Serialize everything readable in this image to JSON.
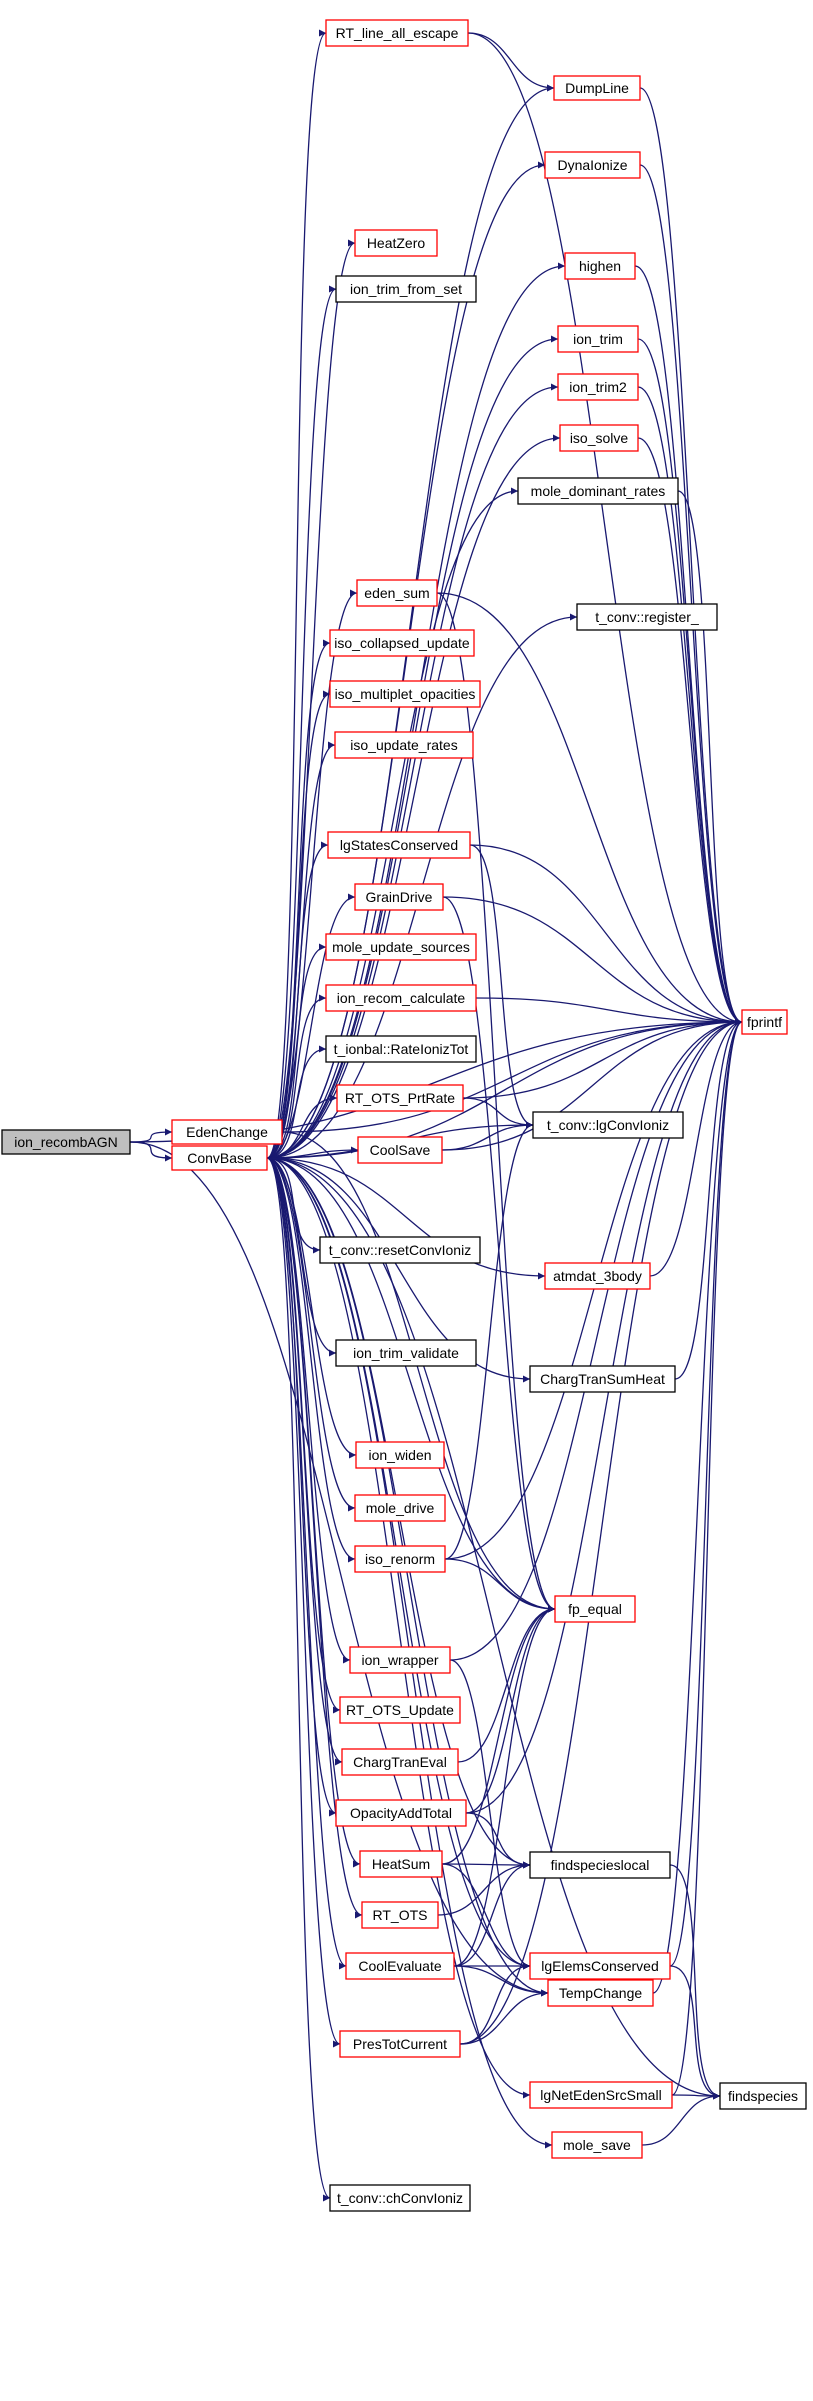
{
  "colors": {
    "edge": "#191970",
    "node_fill": "#ffffff",
    "border_documented": "#ff0000",
    "border_plain": "#000000",
    "root_fill": "#bfbfbf"
  },
  "nodes": [
    {
      "id": "ion_recombAGN",
      "label": "ion_recombAGN",
      "style": "root"
    },
    {
      "id": "EdenChange",
      "label": "EdenChange",
      "style": "red"
    },
    {
      "id": "ConvBase",
      "label": "ConvBase",
      "style": "red"
    },
    {
      "id": "RT_line_all_escape",
      "label": "RT_line_all_escape",
      "style": "red"
    },
    {
      "id": "DumpLine",
      "label": "DumpLine",
      "style": "red"
    },
    {
      "id": "DynaIonize",
      "label": "DynaIonize",
      "style": "red"
    },
    {
      "id": "HeatZero",
      "label": "HeatZero",
      "style": "red"
    },
    {
      "id": "highen",
      "label": "highen",
      "style": "red"
    },
    {
      "id": "ion_trim_from_set",
      "label": "ion_trim_from_set",
      "style": "black"
    },
    {
      "id": "ion_trim",
      "label": "ion_trim",
      "style": "red"
    },
    {
      "id": "ion_trim2",
      "label": "ion_trim2",
      "style": "red"
    },
    {
      "id": "iso_solve",
      "label": "iso_solve",
      "style": "red"
    },
    {
      "id": "mole_dominant_rates",
      "label": "mole_dominant_rates",
      "style": "black"
    },
    {
      "id": "eden_sum",
      "label": "eden_sum",
      "style": "red"
    },
    {
      "id": "t_conv_register",
      "label": "t_conv::register_",
      "style": "black"
    },
    {
      "id": "iso_collapsed_update",
      "label": "iso_collapsed_update",
      "style": "red"
    },
    {
      "id": "iso_multiplet_opacities",
      "label": "iso_multiplet_opacities",
      "style": "red"
    },
    {
      "id": "iso_update_rates",
      "label": "iso_update_rates",
      "style": "red"
    },
    {
      "id": "lgStatesConserved",
      "label": "lgStatesConserved",
      "style": "red"
    },
    {
      "id": "GrainDrive",
      "label": "GrainDrive",
      "style": "red"
    },
    {
      "id": "mole_update_sources",
      "label": "mole_update_sources",
      "style": "red"
    },
    {
      "id": "ion_recom_calculate",
      "label": "ion_recom_calculate",
      "style": "red"
    },
    {
      "id": "fprintf",
      "label": "fprintf",
      "style": "red"
    },
    {
      "id": "t_ionbal_RateIonizTot",
      "label": "t_ionbal::RateIonizTot",
      "style": "black"
    },
    {
      "id": "RT_OTS_PrtRate",
      "label": "RT_OTS_PrtRate",
      "style": "red"
    },
    {
      "id": "t_conv_lgConvIoniz",
      "label": "t_conv::lgConvIoniz",
      "style": "black"
    },
    {
      "id": "CoolSave",
      "label": "CoolSave",
      "style": "red"
    },
    {
      "id": "t_conv_resetConvIoniz",
      "label": "t_conv::resetConvIoniz",
      "style": "black"
    },
    {
      "id": "atmdat_3body",
      "label": "atmdat_3body",
      "style": "red"
    },
    {
      "id": "ion_trim_validate",
      "label": "ion_trim_validate",
      "style": "black"
    },
    {
      "id": "ChargTranSumHeat",
      "label": "ChargTranSumHeat",
      "style": "black"
    },
    {
      "id": "ion_widen",
      "label": "ion_widen",
      "style": "red"
    },
    {
      "id": "mole_drive",
      "label": "mole_drive",
      "style": "red"
    },
    {
      "id": "iso_renorm",
      "label": "iso_renorm",
      "style": "red"
    },
    {
      "id": "fp_equal",
      "label": "fp_equal",
      "style": "red"
    },
    {
      "id": "ion_wrapper",
      "label": "ion_wrapper",
      "style": "red"
    },
    {
      "id": "RT_OTS_Update",
      "label": "RT_OTS_Update",
      "style": "red"
    },
    {
      "id": "ChargTranEval",
      "label": "ChargTranEval",
      "style": "red"
    },
    {
      "id": "OpacityAddTotal",
      "label": "OpacityAddTotal",
      "style": "red"
    },
    {
      "id": "HeatSum",
      "label": "HeatSum",
      "style": "red"
    },
    {
      "id": "findspecieslocal",
      "label": "findspecieslocal",
      "style": "black"
    },
    {
      "id": "RT_OTS",
      "label": "RT_OTS",
      "style": "red"
    },
    {
      "id": "CoolEvaluate",
      "label": "CoolEvaluate",
      "style": "red"
    },
    {
      "id": "lgElemsConserved",
      "label": "lgElemsConserved",
      "style": "red"
    },
    {
      "id": "TempChange",
      "label": "TempChange",
      "style": "red"
    },
    {
      "id": "PresTotCurrent",
      "label": "PresTotCurrent",
      "style": "red"
    },
    {
      "id": "lgNetEdenSrcSmall",
      "label": "lgNetEdenSrcSmall",
      "style": "red"
    },
    {
      "id": "findspecies",
      "label": "findspecies",
      "style": "black"
    },
    {
      "id": "mole_save",
      "label": "mole_save",
      "style": "red"
    },
    {
      "id": "t_conv_chConvIoniz",
      "label": "t_conv::chConvIoniz",
      "style": "black"
    }
  ],
  "edges": [
    [
      "ion_recombAGN",
      "EdenChange"
    ],
    [
      "ion_recombAGN",
      "ConvBase"
    ],
    [
      "ion_recombAGN",
      "fprintf"
    ],
    [
      "ion_recombAGN",
      "TempChange"
    ],
    [
      "EdenChange",
      "fprintf"
    ],
    [
      "EdenChange",
      "fp_equal"
    ],
    [
      "ConvBase",
      "RT_line_all_escape"
    ],
    [
      "ConvBase",
      "DumpLine"
    ],
    [
      "ConvBase",
      "DynaIonize"
    ],
    [
      "ConvBase",
      "HeatZero"
    ],
    [
      "ConvBase",
      "highen"
    ],
    [
      "ConvBase",
      "ion_trim_from_set"
    ],
    [
      "ConvBase",
      "ion_trim"
    ],
    [
      "ConvBase",
      "ion_trim2"
    ],
    [
      "ConvBase",
      "iso_solve"
    ],
    [
      "ConvBase",
      "mole_dominant_rates"
    ],
    [
      "ConvBase",
      "eden_sum"
    ],
    [
      "ConvBase",
      "t_conv_register"
    ],
    [
      "ConvBase",
      "iso_collapsed_update"
    ],
    [
      "ConvBase",
      "iso_multiplet_opacities"
    ],
    [
      "ConvBase",
      "iso_update_rates"
    ],
    [
      "ConvBase",
      "lgStatesConserved"
    ],
    [
      "ConvBase",
      "GrainDrive"
    ],
    [
      "ConvBase",
      "mole_update_sources"
    ],
    [
      "ConvBase",
      "ion_recom_calculate"
    ],
    [
      "ConvBase",
      "fprintf"
    ],
    [
      "ConvBase",
      "t_ionbal_RateIonizTot"
    ],
    [
      "ConvBase",
      "RT_OTS_PrtRate"
    ],
    [
      "ConvBase",
      "t_conv_lgConvIoniz"
    ],
    [
      "ConvBase",
      "CoolSave"
    ],
    [
      "ConvBase",
      "t_conv_resetConvIoniz"
    ],
    [
      "ConvBase",
      "atmdat_3body"
    ],
    [
      "ConvBase",
      "ion_trim_validate"
    ],
    [
      "ConvBase",
      "ChargTranSumHeat"
    ],
    [
      "ConvBase",
      "ion_widen"
    ],
    [
      "ConvBase",
      "mole_drive"
    ],
    [
      "ConvBase",
      "iso_renorm"
    ],
    [
      "ConvBase",
      "fp_equal"
    ],
    [
      "ConvBase",
      "ion_wrapper"
    ],
    [
      "ConvBase",
      "RT_OTS_Update"
    ],
    [
      "ConvBase",
      "ChargTranEval"
    ],
    [
      "ConvBase",
      "OpacityAddTotal"
    ],
    [
      "ConvBase",
      "HeatSum"
    ],
    [
      "ConvBase",
      "findspecieslocal"
    ],
    [
      "ConvBase",
      "RT_OTS"
    ],
    [
      "ConvBase",
      "CoolEvaluate"
    ],
    [
      "ConvBase",
      "lgElemsConserved"
    ],
    [
      "ConvBase",
      "TempChange"
    ],
    [
      "ConvBase",
      "PresTotCurrent"
    ],
    [
      "ConvBase",
      "lgNetEdenSrcSmall"
    ],
    [
      "ConvBase",
      "mole_save"
    ],
    [
      "ConvBase",
      "findspecies"
    ],
    [
      "ConvBase",
      "t_conv_chConvIoniz"
    ],
    [
      "RT_line_all_escape",
      "DumpLine"
    ],
    [
      "RT_line_all_escape",
      "fprintf"
    ],
    [
      "DumpLine",
      "fprintf"
    ],
    [
      "DynaIonize",
      "fprintf"
    ],
    [
      "highen",
      "fprintf"
    ],
    [
      "ion_trim",
      "fprintf"
    ],
    [
      "ion_trim2",
      "fprintf"
    ],
    [
      "iso_solve",
      "fprintf"
    ],
    [
      "mole_dominant_rates",
      "fprintf"
    ],
    [
      "eden_sum",
      "fprintf"
    ],
    [
      "eden_sum",
      "fp_equal"
    ],
    [
      "lgStatesConserved",
      "fprintf"
    ],
    [
      "lgStatesConserved",
      "t_conv_lgConvIoniz"
    ],
    [
      "GrainDrive",
      "fprintf"
    ],
    [
      "GrainDrive",
      "fp_equal"
    ],
    [
      "ion_recom_calculate",
      "fprintf"
    ],
    [
      "RT_OTS_PrtRate",
      "fprintf"
    ],
    [
      "RT_OTS_PrtRate",
      "t_conv_lgConvIoniz"
    ],
    [
      "CoolSave",
      "fprintf"
    ],
    [
      "CoolSave",
      "t_conv_lgConvIoniz"
    ],
    [
      "atmdat_3body",
      "fprintf"
    ],
    [
      "ChargTranSumHeat",
      "fprintf"
    ],
    [
      "iso_renorm",
      "fprintf"
    ],
    [
      "iso_renorm",
      "t_conv_lgConvIoniz"
    ],
    [
      "iso_renorm",
      "fp_equal"
    ],
    [
      "ion_wrapper",
      "fprintf"
    ],
    [
      "ion_wrapper",
      "lgElemsConserved"
    ],
    [
      "ChargTranEval",
      "fp_equal"
    ],
    [
      "OpacityAddTotal",
      "fprintf"
    ],
    [
      "OpacityAddTotal",
      "fp_equal"
    ],
    [
      "OpacityAddTotal",
      "findspecieslocal"
    ],
    [
      "HeatSum",
      "fp_equal"
    ],
    [
      "HeatSum",
      "findspecieslocal"
    ],
    [
      "HeatSum",
      "lgElemsConserved"
    ],
    [
      "RT_OTS",
      "findspecieslocal"
    ],
    [
      "CoolEvaluate",
      "fp_equal"
    ],
    [
      "CoolEvaluate",
      "findspecieslocal"
    ],
    [
      "CoolEvaluate",
      "lgElemsConserved"
    ],
    [
      "CoolEvaluate",
      "TempChange"
    ],
    [
      "findspecieslocal",
      "findspecies"
    ],
    [
      "lgElemsConserved",
      "fprintf"
    ],
    [
      "lgElemsConserved",
      "findspecies"
    ],
    [
      "TempChange",
      "fprintf"
    ],
    [
      "PresTotCurrent",
      "fprintf"
    ],
    [
      "PresTotCurrent",
      "lgElemsConserved"
    ],
    [
      "PresTotCurrent",
      "TempChange"
    ],
    [
      "lgNetEdenSrcSmall",
      "fprintf"
    ],
    [
      "lgNetEdenSrcSmall",
      "findspecies"
    ],
    [
      "mole_save",
      "findspecies"
    ]
  ]
}
